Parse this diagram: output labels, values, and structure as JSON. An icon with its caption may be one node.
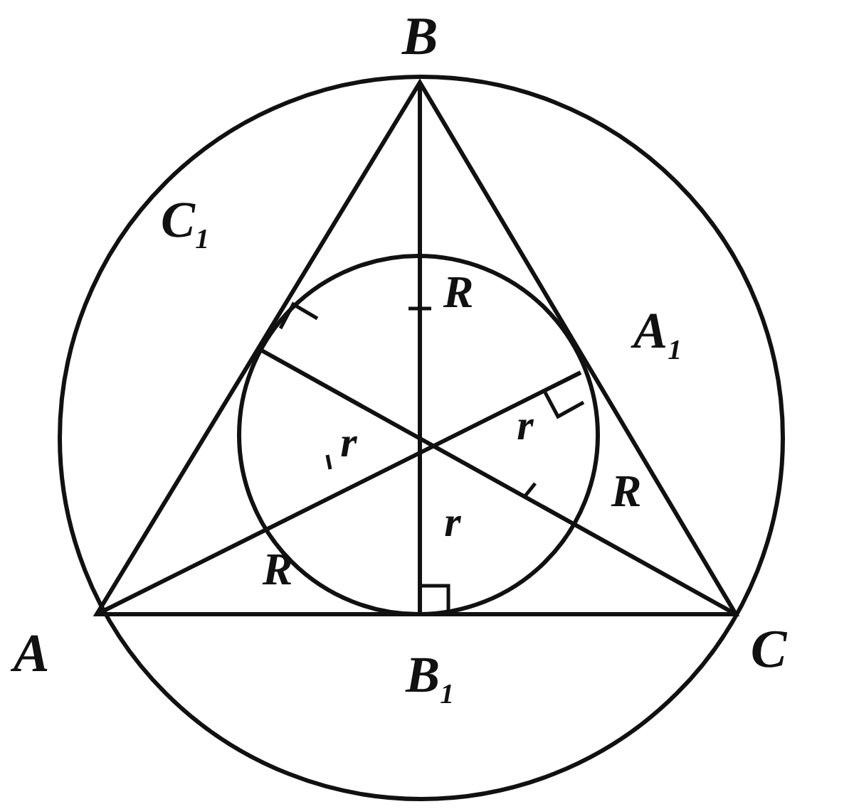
{
  "diagram": {
    "labels": [
      "B",
      "R",
      "C$_{1}$",
      "A$_{1}$",
      "r",
      "r",
      "r",
      "R",
      "R",
      "A",
      "B$_{1}$",
      "C"
    ]
  }
}
